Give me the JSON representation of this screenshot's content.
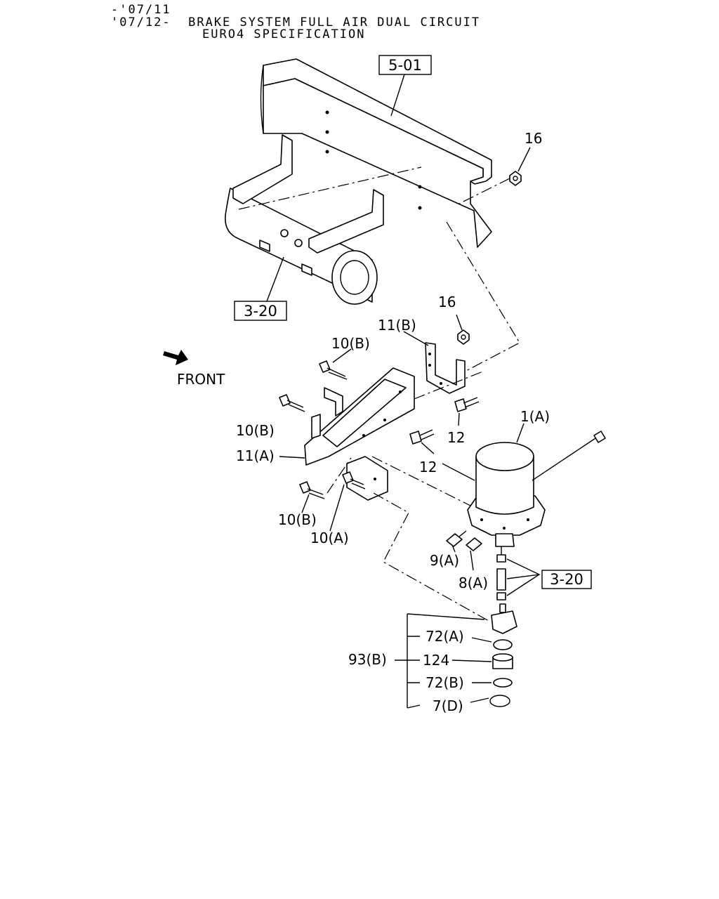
{
  "header": {
    "line1": "-'07/11",
    "line2": "'07/12-  BRAKE SYSTEM FULL AIR DUAL CIRCUIT",
    "line3": "EURO4 SPECIFICATION"
  },
  "direction_label": "FRONT",
  "references": {
    "frame": "5-01",
    "tank": "3-20",
    "fittings": "3-20"
  },
  "callouts": {
    "nut_top": "16",
    "nut_bracket": "16",
    "bracket_b": "11(B)",
    "bolt_10b_top": "10(B)",
    "bolt_10b_left": "10(B)",
    "bracket_a": "11(A)",
    "bolt_12_upper": "12",
    "bolt_12_lower": "12",
    "dryer": "1(A)",
    "bolt_10b_bottom": "10(B)",
    "bolt_10a": "10(A)",
    "fitting_9a": "9(A)",
    "fitting_8a": "8(A)",
    "kit": "93(B)",
    "kit_72a": "72(A)",
    "kit_124": "124",
    "kit_72b": "72(B)",
    "kit_7d": "7(D)"
  }
}
